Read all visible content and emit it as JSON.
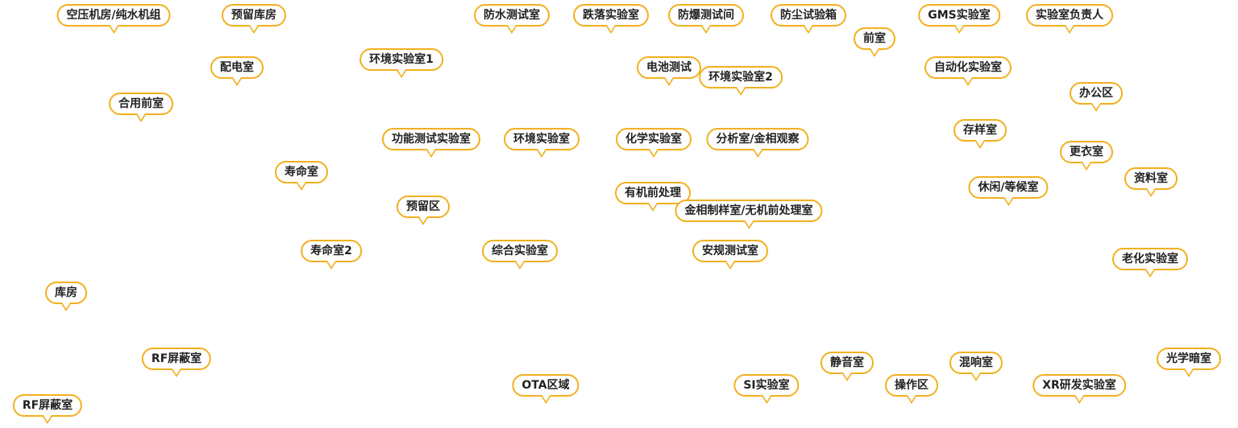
{
  "theme": {
    "accent": "#f2b01e",
    "text": "#222222",
    "background": "#ffffff"
  },
  "labels": [
    "空压机房/纯水机组",
    "预留库房",
    "防水测试室",
    "跌落实验室",
    "防爆测试间",
    "防尘试验箱",
    "GMS实验室",
    "实验室负责人",
    "前室",
    "环境实验室1",
    "配电室",
    "电池测试",
    "自动化实验室",
    "环境实验室2",
    "办公区",
    "合用前室",
    "存样室",
    "功能测试实验室",
    "环境实验室",
    "化学实验室",
    "分析室/金相观察",
    "更衣室",
    "寿命室",
    "资料室",
    "休闲/等候室",
    "有机前处理",
    "预留区",
    "金相制样室/无机前处理室",
    "寿命室2",
    "综合实验室",
    "安规测试室",
    "老化实验室",
    "库房",
    "RF屏蔽室",
    "静音室",
    "混响室",
    "光学暗室",
    "OTA区域",
    "SI实验室",
    "操作区",
    "XR研发实验室",
    "RF屏蔽室"
  ]
}
